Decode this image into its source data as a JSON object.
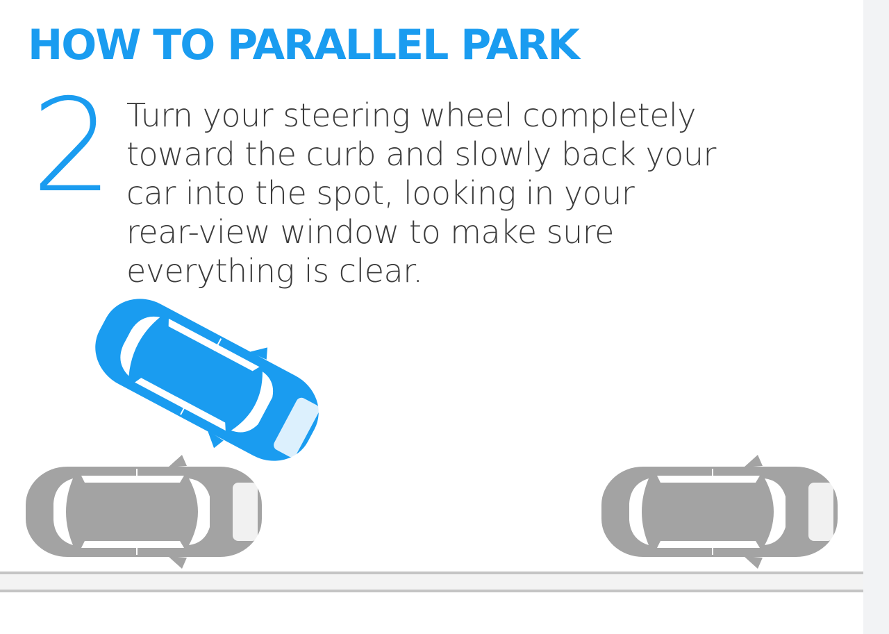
{
  "header": {
    "title": "HOW TO PARALLEL PARK"
  },
  "step": {
    "number": "2",
    "lines": [
      "Turn your steering wheel completely",
      "toward the curb and slowly back your",
      "car into the spot, looking in your",
      "rear-view window to make sure",
      "everything is clear."
    ]
  },
  "colors": {
    "accent": "#1a9cf0",
    "parked_car": "#a3a3a3",
    "text": "#3c3c3c",
    "curb": "#c4c4c4"
  },
  "icons": {
    "moving_car": "car-top-view",
    "parked_cars": "car-top-view"
  }
}
